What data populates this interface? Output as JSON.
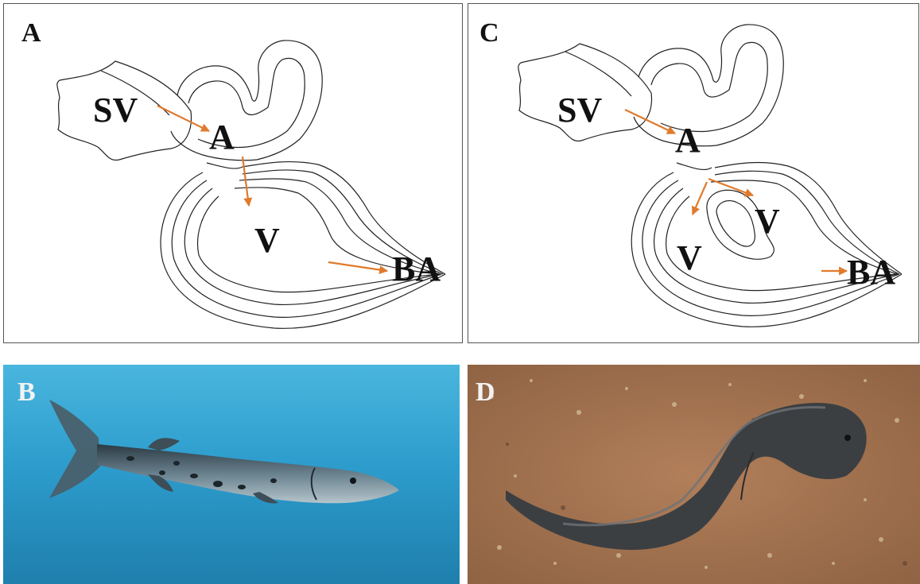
{
  "panels": {
    "a": {
      "letter": "A",
      "labels": {
        "sinus_venosus": "SV",
        "atrium": "A",
        "ventricle": "V",
        "bulbus_arteriosus": "BA"
      }
    },
    "b": {
      "letter": "B",
      "subject": "barracuda-photo"
    },
    "c": {
      "letter": "C",
      "labels": {
        "sinus_venosus": "SV",
        "atrium": "A",
        "ventricle_upper": "V",
        "ventricle_lower": "V",
        "bulbus_arteriosus": "BA"
      }
    },
    "d": {
      "letter": "D",
      "subject": "snakehead-photo"
    }
  },
  "colors": {
    "arrow": "#e07a2c",
    "outline": "#222222",
    "water": "#2d9dcd",
    "soil": "#a47452",
    "fish_dark": "#3c3f42"
  }
}
